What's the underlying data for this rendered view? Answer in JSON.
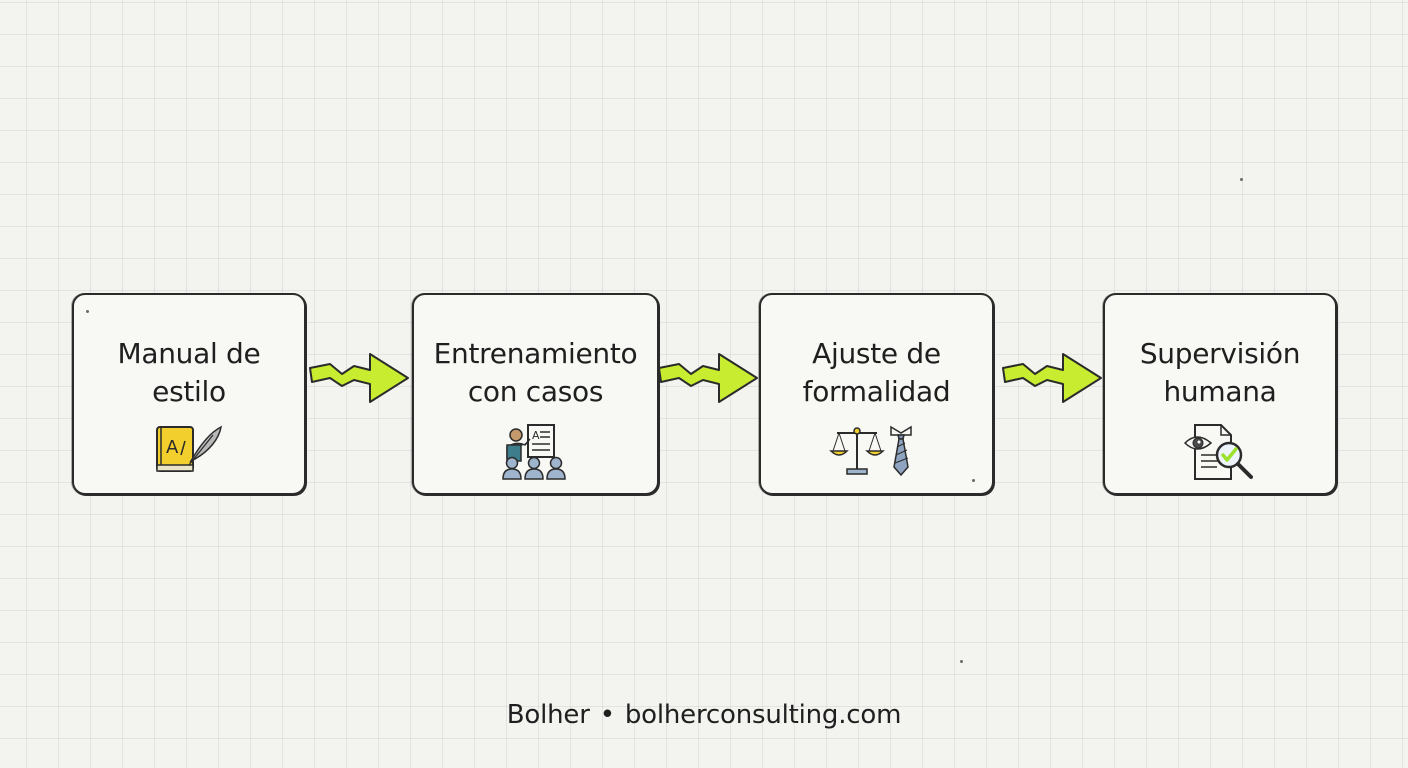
{
  "steps": [
    {
      "line1": "Manual de",
      "line2": "estilo",
      "icon": "style-manual-book-icon"
    },
    {
      "line1": "Entrenamiento",
      "line2": "con casos",
      "icon": "training-presentation-icon"
    },
    {
      "line1": "Ajuste de",
      "line2": "formalidad",
      "icon": "scales-and-tie-icon"
    },
    {
      "line1": "Supervisión",
      "line2": "humana",
      "icon": "document-review-magnifier-icon"
    }
  ],
  "footer": {
    "brand": "Bolher",
    "separator": "•",
    "url": "bolherconsulting.com"
  },
  "colors": {
    "background": "#f3f3ef",
    "grid": "#d8d8d4",
    "box_border": "#2b2b2b",
    "arrow_fill": "#c8ec2f",
    "book_yellow": "#f2cf2c",
    "icon_blue": "#9fb4cd",
    "icon_teal": "#3e7e8c",
    "check_green": "#9be22c"
  }
}
